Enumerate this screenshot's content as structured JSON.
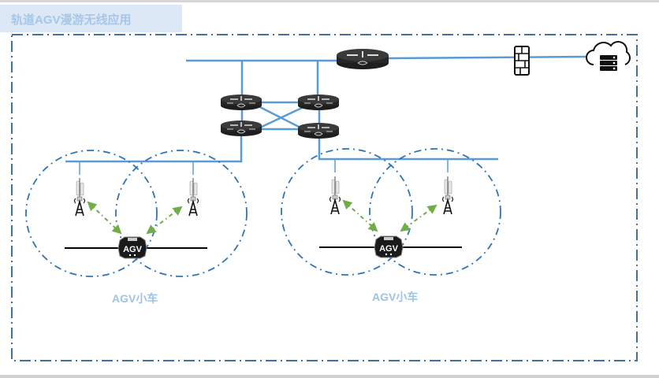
{
  "title": "轨道AGV漫游无线应用",
  "colors": {
    "link": "#5b9bd5",
    "coverage": "#2e75b6",
    "frame": "#41729f",
    "wireless": "#70ad47",
    "device": "#262626",
    "title_bg": "#dce8f5",
    "title_text": "#a6c7e8",
    "label_text": "#9dc3e6"
  },
  "nodes": {
    "core_router": {
      "icon": "router-icon"
    },
    "firewall": {
      "icon": "firewall-icon"
    },
    "cloud_server": {
      "icon": "cloud-server-icon"
    },
    "switches": [
      {
        "icon": "switch-icon"
      },
      {
        "icon": "switch-icon"
      },
      {
        "icon": "switch-icon"
      },
      {
        "icon": "switch-icon"
      }
    ]
  },
  "cells": [
    {
      "label": "AGV小车",
      "agv_text": "AGV",
      "access_points": [
        {
          "icon": "antenna-tower-icon"
        },
        {
          "icon": "antenna-tower-icon"
        }
      ]
    },
    {
      "label": "AGV小车",
      "agv_text": "AGV",
      "access_points": [
        {
          "icon": "antenna-tower-icon"
        },
        {
          "icon": "antenna-tower-icon"
        }
      ]
    }
  ]
}
